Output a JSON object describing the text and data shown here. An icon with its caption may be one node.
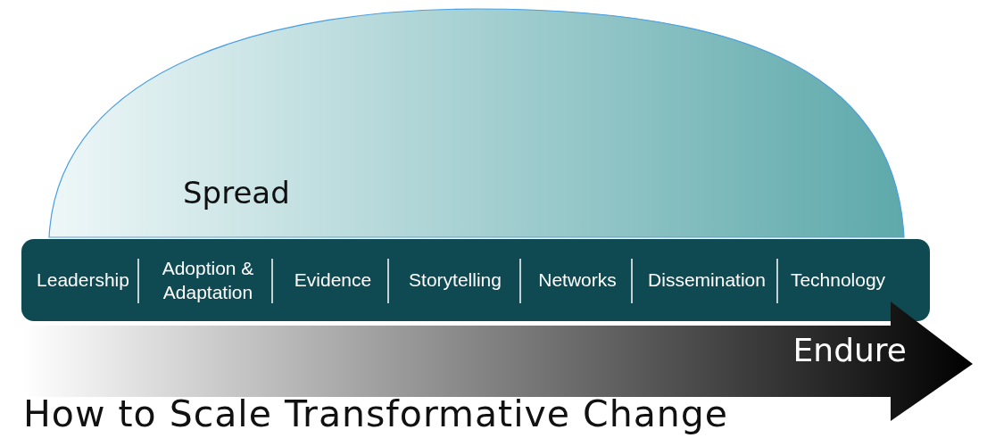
{
  "diagram": {
    "title": "How to Scale Transformative Change",
    "nodes": [
      {
        "text": [
          "Spread"
        ]
      },
      {
        "text": [],
        "shape": "box"
      },
      {
        "text": [
          "Leadership"
        ],
        "in": 1
      },
      {
        "text": [
          "Adoption & Adaptation"
        ],
        "in": 1
      },
      {
        "text": [
          "Evidence"
        ],
        "in": 1
      },
      {
        "text": [
          "Storytelling"
        ],
        "in": 1
      },
      {
        "text": [
          "Networks"
        ],
        "in": 1
      },
      {
        "text": [
          "Dissemination"
        ],
        "in": 1
      },
      {
        "text": [
          "Technology"
        ],
        "in": 1
      },
      {
        "text": [
          "Endure"
        ]
      }
    ]
  }
}
